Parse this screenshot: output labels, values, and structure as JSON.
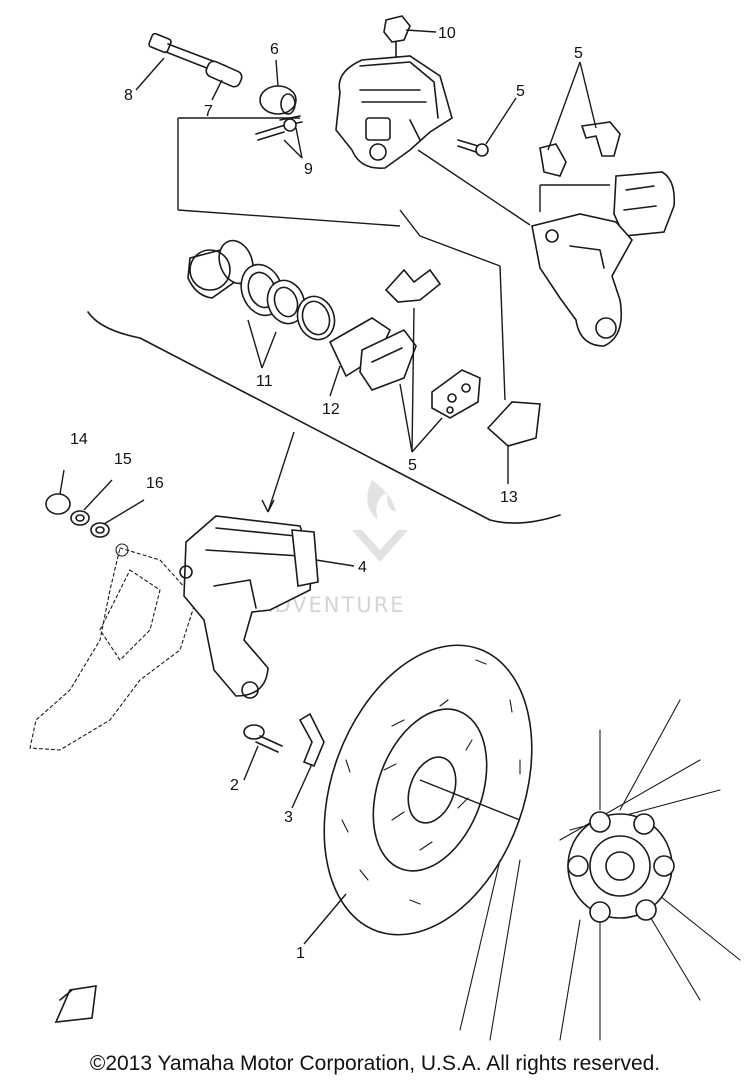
{
  "copyright": "©2013 Yamaha Motor Corporation, U.S.A. All rights reserved.",
  "watermark": {
    "text": "ADVENTURE"
  },
  "callouts": [
    {
      "id": "c1",
      "label": "1"
    },
    {
      "id": "c2",
      "label": "2"
    },
    {
      "id": "c3",
      "label": "3"
    },
    {
      "id": "c4",
      "label": "4"
    },
    {
      "id": "c5a",
      "label": "5"
    },
    {
      "id": "c5b",
      "label": "5"
    },
    {
      "id": "c5c",
      "label": "5"
    },
    {
      "id": "c6",
      "label": "6"
    },
    {
      "id": "c7",
      "label": "7"
    },
    {
      "id": "c8",
      "label": "8"
    },
    {
      "id": "c9",
      "label": "9"
    },
    {
      "id": "c10",
      "label": "10"
    },
    {
      "id": "c11",
      "label": "11"
    },
    {
      "id": "c12",
      "label": "12"
    },
    {
      "id": "c13",
      "label": "13"
    },
    {
      "id": "c14",
      "label": "14"
    },
    {
      "id": "c15",
      "label": "15"
    },
    {
      "id": "c16",
      "label": "16"
    }
  ]
}
